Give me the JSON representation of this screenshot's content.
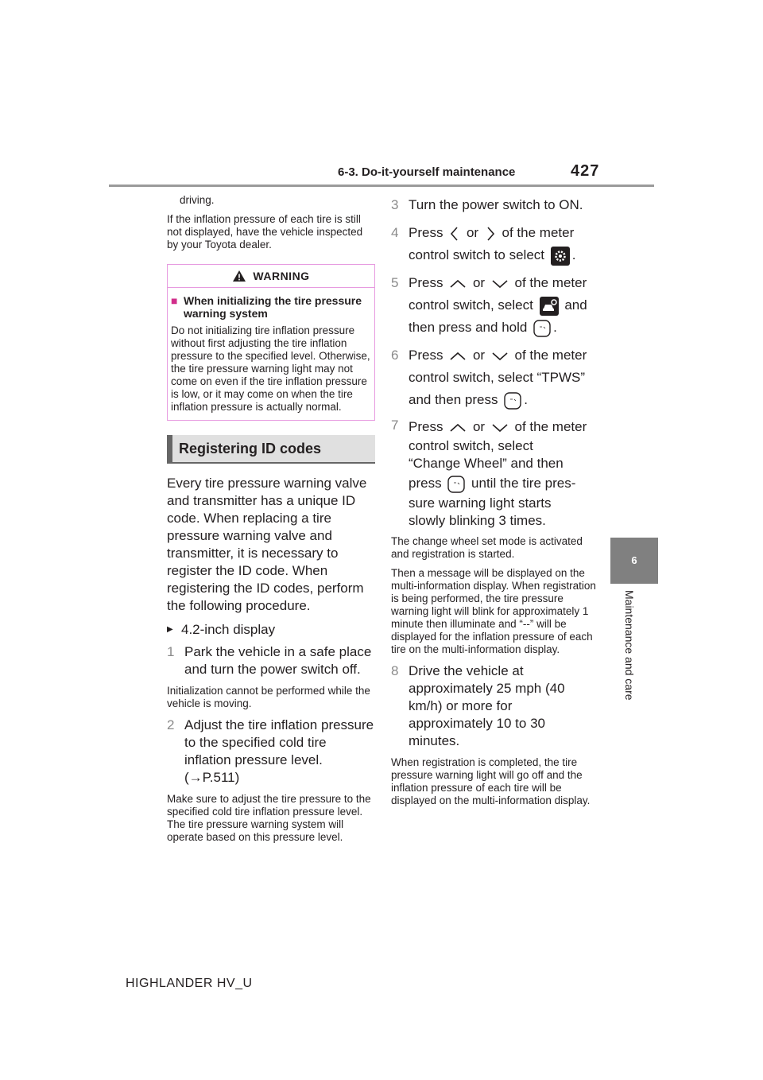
{
  "header": {
    "section": "6-3. Do-it-yourself maintenance",
    "page": "427"
  },
  "side": {
    "chapter": "6",
    "label": "Maintenance and care"
  },
  "footer": {
    "model": "HIGHLANDER HV_U"
  },
  "left": {
    "cont_small": "driving.",
    "note1": "If the inflation pressure of each tire is still not displayed, have the vehicle inspected by your Toyota dealer.",
    "warning": {
      "head": "WARNING",
      "title": "When initializing the tire pressure warning system",
      "text": "Do not initializing tire inflation pressure without first adjusting the tire inflation pressure to the specified level. Otherwise, the tire pressure warning light may not come on even if the tire inflation pressure is low, or it may come on when the tire inflation pressure is actually normal."
    },
    "section_title": "Registering ID codes",
    "intro": "Every tire pressure warning valve and transmitter has a unique ID code. When replacing a tire pressure warning valve and transmitter, it is necessary to register the ID code. When registering the ID codes, perform the following procedure.",
    "bullet": "4.2-inch display",
    "step1_num": "1",
    "step1": "Park the vehicle in a safe place and turn the power switch off.",
    "note2": "Initialization cannot be performed while the vehicle is moving.",
    "step2_num": "2",
    "step2": "Adjust the tire inflation pressure to the specified cold tire inflation pressure level.",
    "step2_ref": "(→P.511)",
    "note3": "Make sure to adjust the tire pressure to the specified cold tire inflation pressure level. The tire pressure warning system will operate based on this pressure level."
  },
  "right": {
    "step3_num": "3",
    "step3": "Turn the power switch to ON.",
    "step4_num": "4",
    "step4_a": "Press",
    "step4_or": "or",
    "step4_b": "of the meter",
    "step4_c": "control switch to select",
    "step4_d": ".",
    "step5_num": "5",
    "step5_a": "Press",
    "step5_or": "or",
    "step5_b": "of the meter",
    "step5_c": "control switch, select",
    "step5_d": "and",
    "step5_e": "then press and hold",
    "step5_f": ".",
    "step6_num": "6",
    "step6_a": "Press",
    "step6_or": "or",
    "step6_b": "of the meter",
    "step6_c": "control switch, select “TPWS”",
    "step6_d": "and then press",
    "step6_e": ".",
    "step7_num": "7",
    "step7_a": "Press",
    "step7_or": "or",
    "step7_b": "of the meter",
    "step7_c": "control switch, select",
    "step7_d": "“Change Wheel” and then",
    "step7_e": "press",
    "step7_f": "until the tire pres-",
    "step7_g": "sure warning light starts",
    "step7_h": "slowly blinking 3 times.",
    "note4": "The change wheel set mode is activated and registration is started.",
    "note5": "Then a message will be displayed on the multi-information display. When registration is being performed, the tire pressure warning light will blink for approximately 1 minute then illuminate and “--” will be displayed for the inflation pressure of each tire on the multi-information display.",
    "step8_num": "8",
    "step8": "Drive the vehicle at approximately 25 mph (40 km/h) or more for approximately 10 to 30 minutes.",
    "note6": "When registration is completed, the tire pressure warning light will go off and the inflation pressure of each tire will be displayed on the multi-information display."
  },
  "icons": {
    "warning": "warning-triangle-icon",
    "left": "chevron-left-icon",
    "right": "chevron-right-icon",
    "up": "chevron-up-icon",
    "down": "chevron-down-icon",
    "settings": "gear-icon",
    "vehicle_settings": "vehicle-settings-icon",
    "ok": "ok-button-icon",
    "bullet": "triangle-bullet-icon"
  }
}
